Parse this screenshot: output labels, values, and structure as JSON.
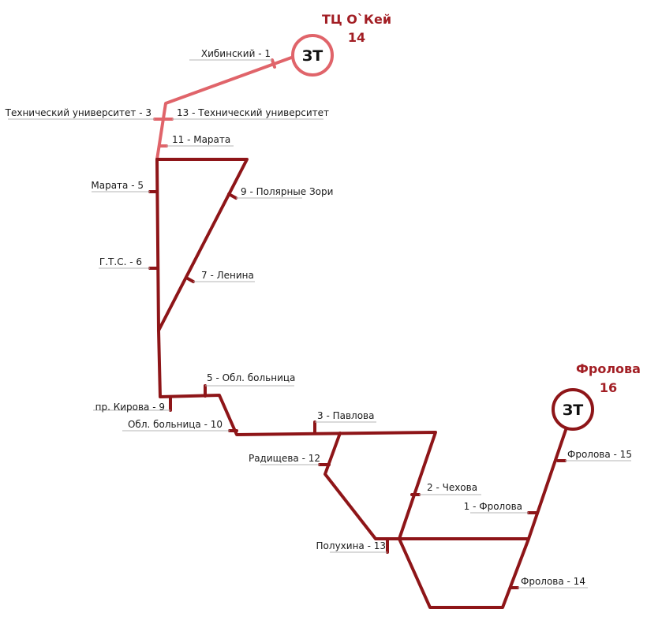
{
  "colors": {
    "route_main": "#8e1518",
    "route_light": "#e0646a",
    "terminal_title": "#a21e24",
    "terminal_ring_light": "#e0646a",
    "terminal_ring_dark": "#8e1518",
    "label_underline": "#b5b5b5"
  },
  "terminals": {
    "okey": {
      "code": "ЗТ",
      "name": "ТЦ О`Кей",
      "number": "14"
    },
    "frolova": {
      "code": "ЗТ",
      "name": "Фролова",
      "number": "16"
    }
  },
  "stops": {
    "khibinsky": "Хибинский - 1",
    "tech_univ_left": "Технический университет - 3",
    "tech_univ_right": "13 - Технический университет",
    "marata_11": "11 - Марата",
    "marata_5": "Марата - 5",
    "polyarnye_zori": "9 - Полярные Зори",
    "gts": "Г.Т.С. - 6",
    "lenina": "7 - Ленина",
    "obl_bolnitsa_5": "5 - Обл. больница",
    "kirova": "пр. Кирова - 9",
    "obl_bolnitsa_10": "Обл. больница - 10",
    "pavlova": "3 - Павлова",
    "radishcheva": "Радищева - 12",
    "chekhova": "2 - Чехова",
    "frolova_1": "1 - Фролова",
    "frolova_15": "Фролова - 15",
    "polukhina": "Полухина - 13",
    "frolova_14": "Фролова - 14"
  }
}
